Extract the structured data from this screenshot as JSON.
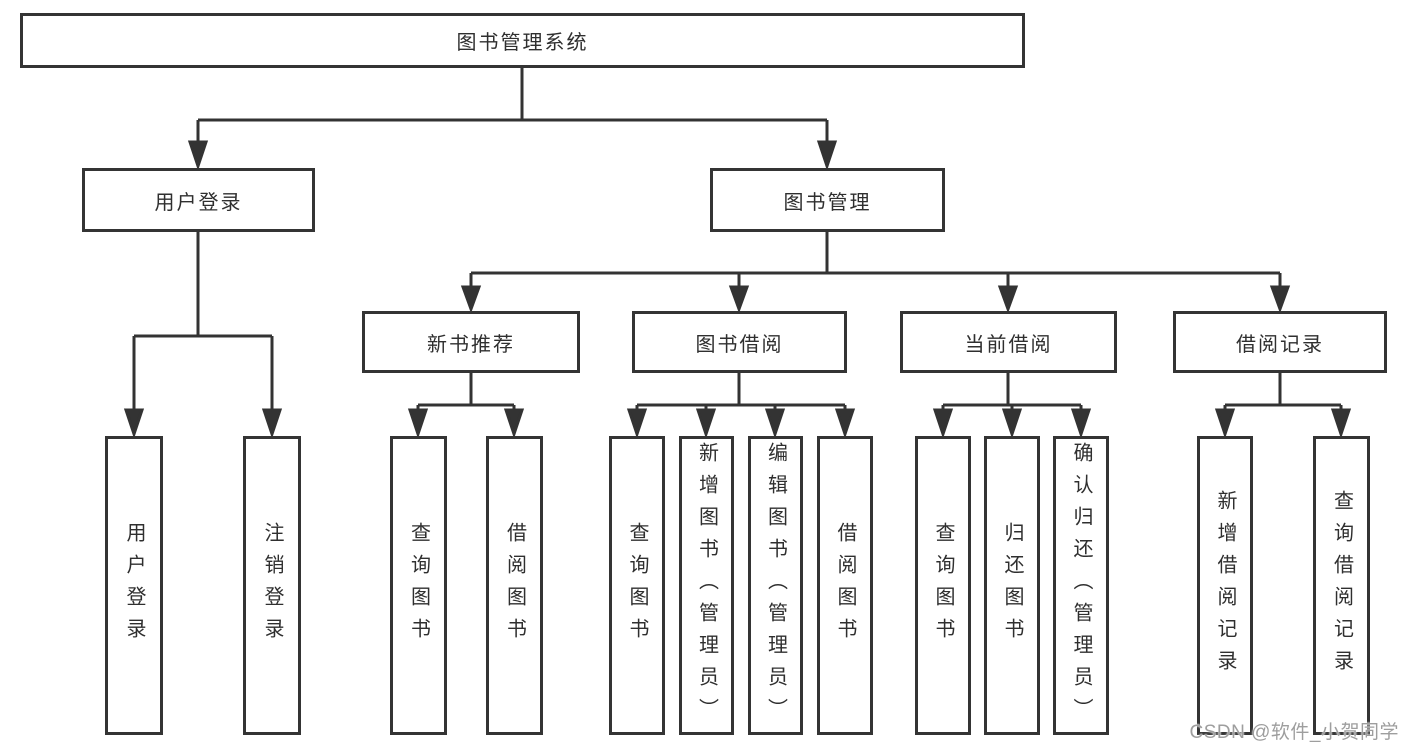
{
  "diagram": {
    "title": "图书管理系统",
    "nodes": {
      "root": "图书管理系统",
      "user_login": "用户登录",
      "book_mgmt": "图书管理",
      "new_book_rec": "新书推荐",
      "book_borrow": "图书借阅",
      "current_borrow": "当前借阅",
      "borrow_record": "借阅记录",
      "leaf_user_login": "用户登录",
      "leaf_logout": "注销登录",
      "leaf_query_book_rec": "查询图书",
      "leaf_borrow_book_rec": "借阅图书",
      "leaf_query_book_borrow": "查询图书",
      "leaf_add_book": "新增图书（管理员）",
      "leaf_edit_book": "编辑图书（管理员）",
      "leaf_borrow_book": "借阅图书",
      "leaf_query_book_current": "查询图书",
      "leaf_return_book": "归还图书",
      "leaf_confirm_return": "确认归还（管理员）",
      "leaf_add_borrow_record": "新增借阅记录",
      "leaf_query_borrow_record": "查询借阅记录"
    },
    "hierarchy": {
      "图书管理系统": {
        "用户登录": [
          "用户登录",
          "注销登录"
        ],
        "图书管理": {
          "新书推荐": [
            "查询图书",
            "借阅图书"
          ],
          "图书借阅": [
            "查询图书",
            "新增图书（管理员）",
            "编辑图书（管理员）",
            "借阅图书"
          ],
          "当前借阅": [
            "查询图书",
            "归还图书",
            "确认归还（管理员）"
          ],
          "借阅记录": [
            "新增借阅记录",
            "查询借阅记录"
          ]
        }
      }
    }
  },
  "watermark": "CSDN @软件_小贺同学",
  "colors": {
    "line": "#333333",
    "box_border": "#343434",
    "text": "#2f2f2f",
    "watermark": "#9e9e9e",
    "background": "#ffffff"
  }
}
